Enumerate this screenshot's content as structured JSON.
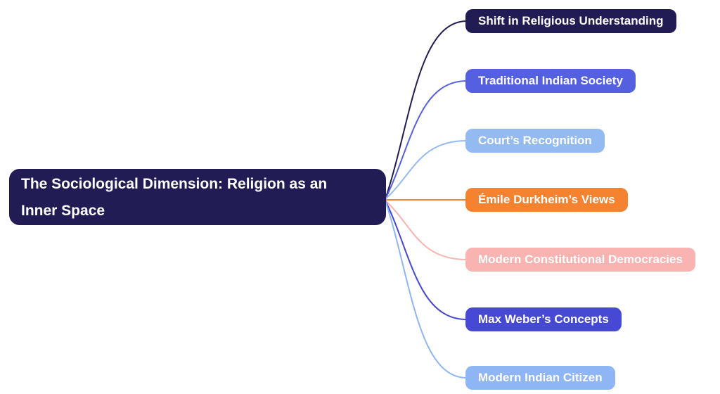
{
  "diagram": {
    "type": "mindmap",
    "background": "#ffffff"
  },
  "root": {
    "label": "The Sociological Dimension: Religion as an Inner Space",
    "lines": [
      "The Sociological Dimension: Religion as an",
      "Inner Space"
    ],
    "color": "#221c55",
    "text_color": "#ffffff"
  },
  "branches": [
    {
      "label": "Shift in Religious Understanding",
      "color": "#221c55",
      "text_color": "#ffffff"
    },
    {
      "label": "Traditional Indian Society",
      "color": "#5560e0",
      "text_color": "#ffffff"
    },
    {
      "label": "Court’s Recognition",
      "color": "#94baf2",
      "text_color": "#ffffff"
    },
    {
      "label": "Émile Durkheim’s Views",
      "color": "#f5822f",
      "text_color": "#ffffff"
    },
    {
      "label": "Modern Constitutional Democracies",
      "color": "#f9b3b1",
      "text_color": "#ffffff"
    },
    {
      "label": "Max Weber’s Concepts",
      "color": "#4549d4",
      "text_color": "#ffffff"
    },
    {
      "label": "Modern Indian Citizen",
      "color": "#8eb5f4",
      "text_color": "#ffffff"
    }
  ]
}
